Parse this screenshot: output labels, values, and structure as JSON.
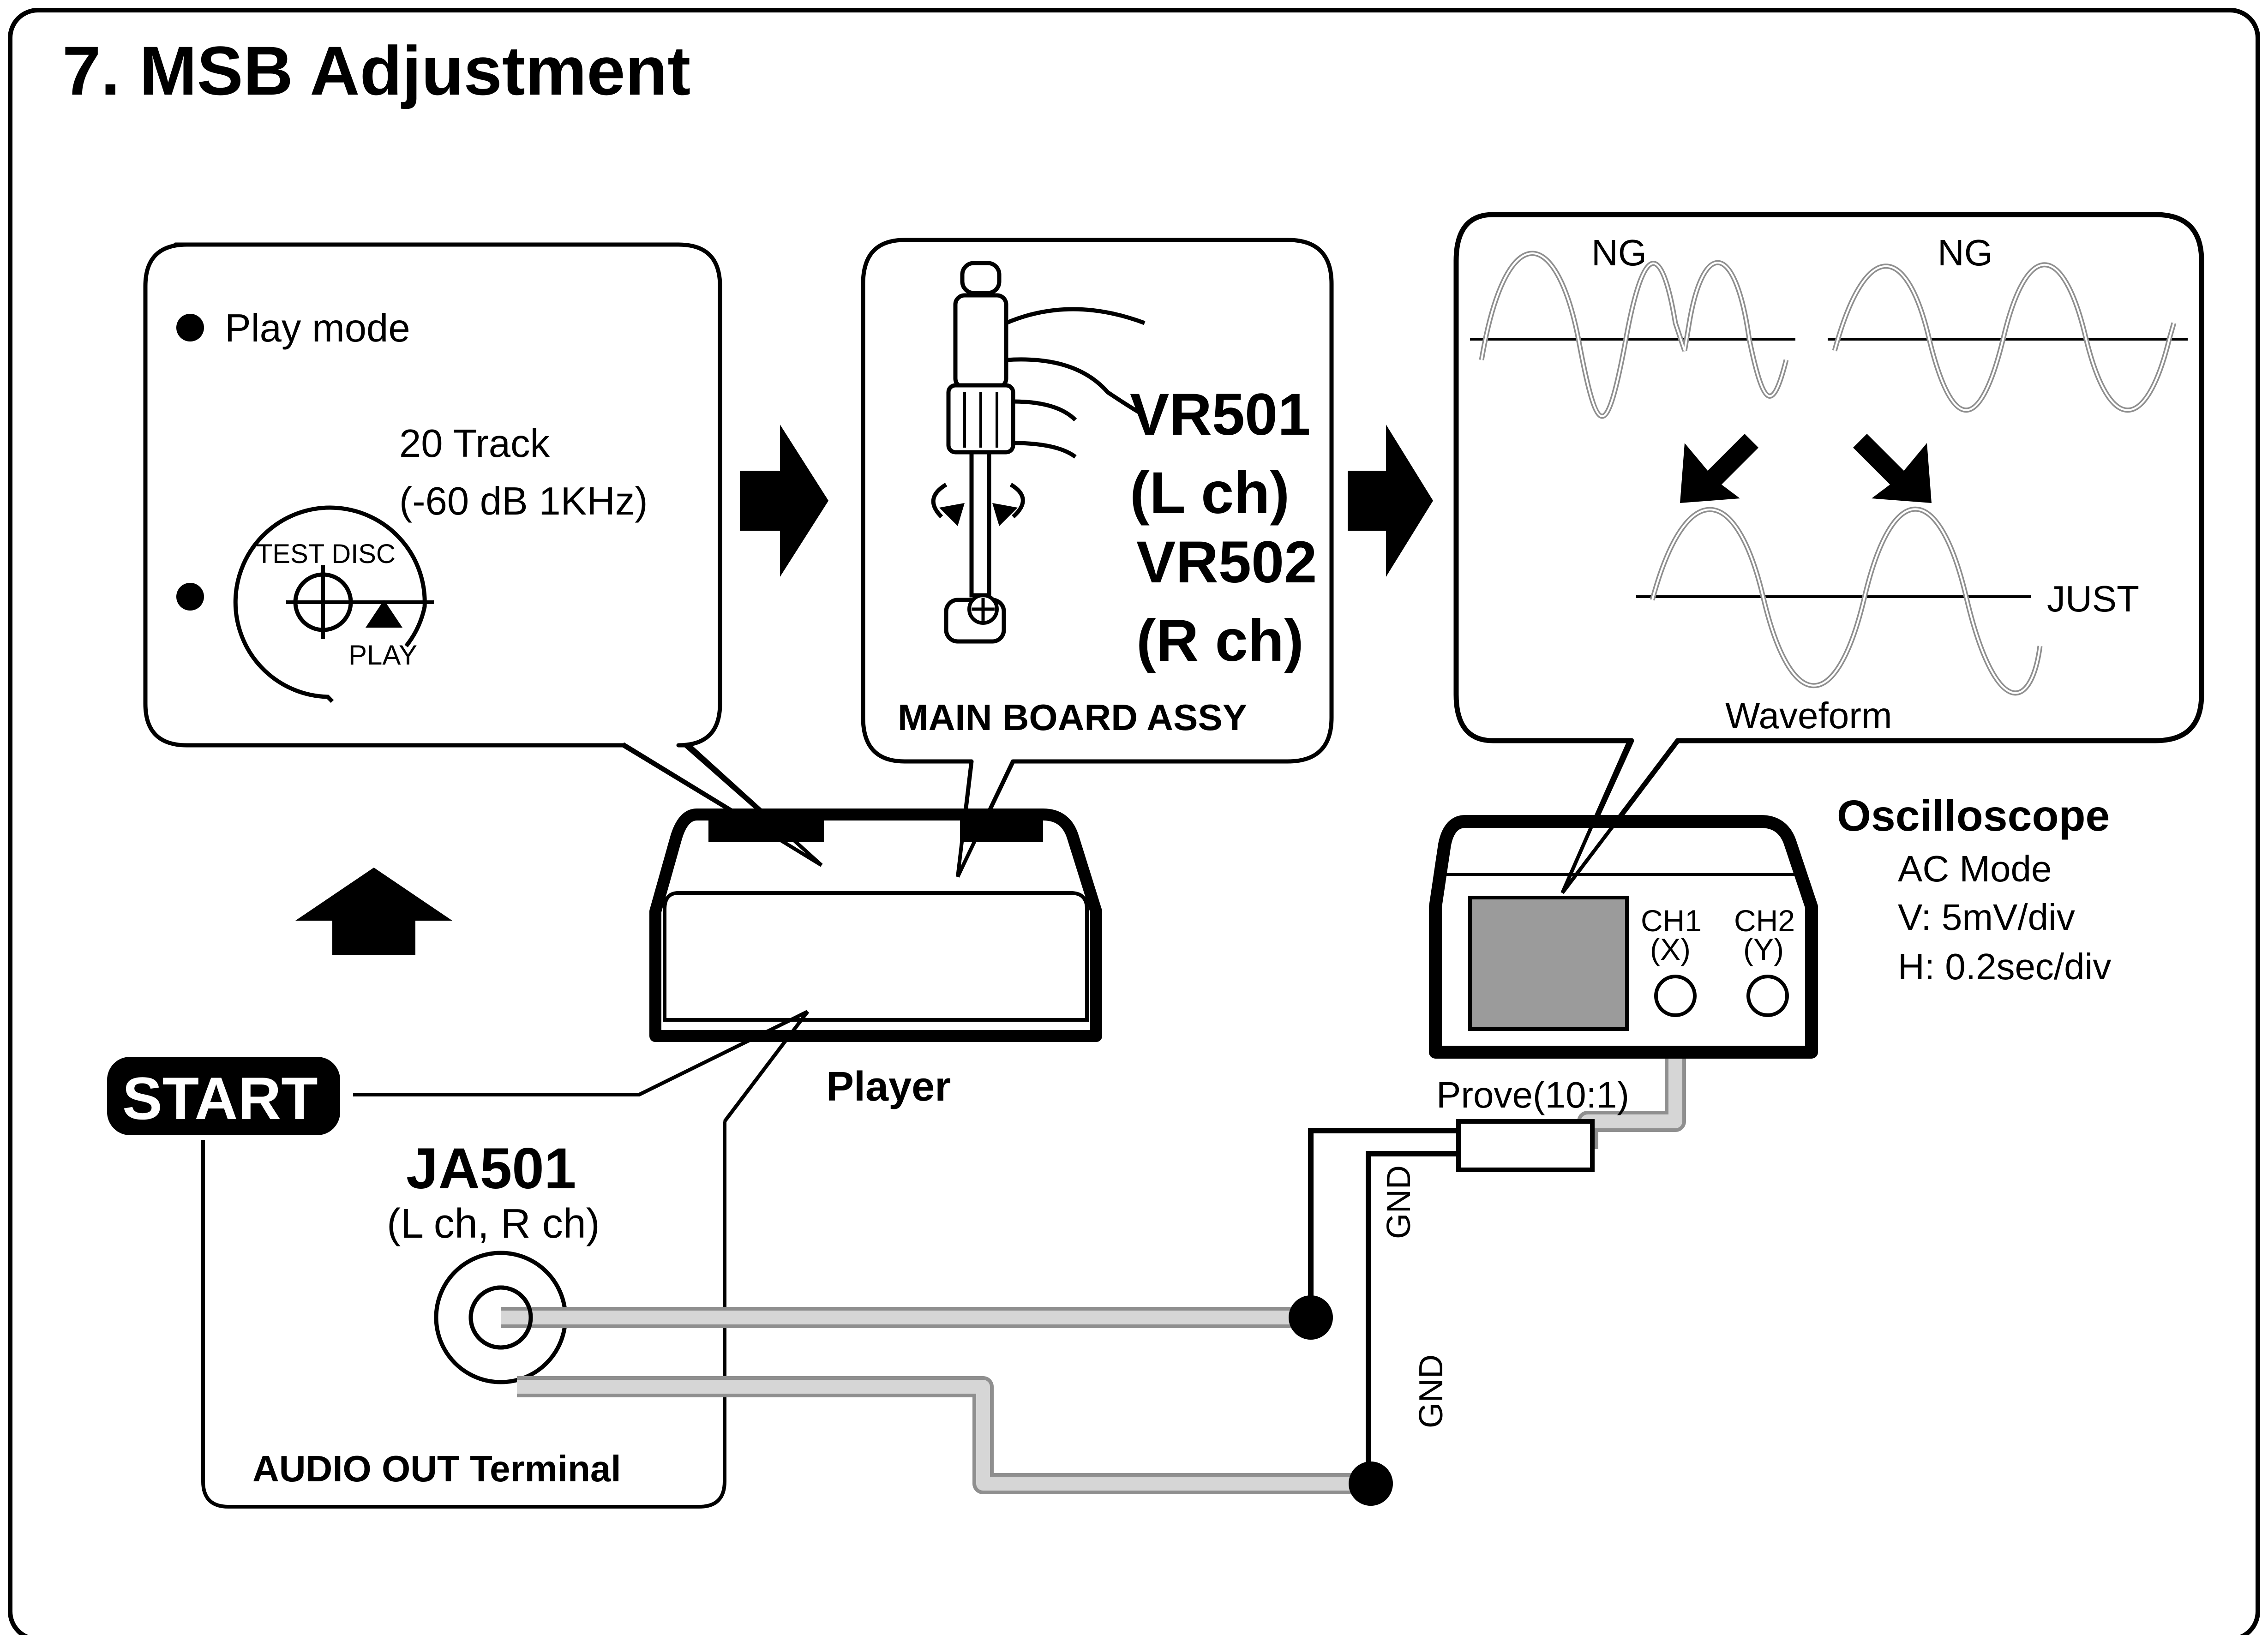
{
  "title": "7. MSB Adjustment",
  "step1": {
    "play_mode": "Play mode",
    "track": "20 Track",
    "signal": "(-60 dB 1KHz)",
    "disc_label": "TEST DISC",
    "play_label": "PLAY"
  },
  "step2": {
    "vr501": "VR501",
    "vr501_ch": "(L ch)",
    "vr502": "VR502",
    "vr502_ch": "(R ch)",
    "board": "MAIN BOARD ASSY"
  },
  "step3": {
    "ng_left": "NG",
    "ng_right": "NG",
    "just": "JUST",
    "caption": "Waveform"
  },
  "player": {
    "label": "Player"
  },
  "start": {
    "label": "START"
  },
  "jack": {
    "name": "JA501",
    "channels": "(L ch, R ch)",
    "terminal": "AUDIO OUT Terminal"
  },
  "oscilloscope": {
    "title": "Oscilloscope",
    "mode": "AC Mode",
    "vertical": "V: 5mV/div",
    "horizontal": "H: 0.2sec/div",
    "ch1": "CH1",
    "ch1_axis": "(X)",
    "ch2": "CH2",
    "ch2_axis": "(Y)"
  },
  "probe": {
    "label": "Prove(10:1)",
    "gnd_1": "GND",
    "gnd_2": "GND"
  }
}
